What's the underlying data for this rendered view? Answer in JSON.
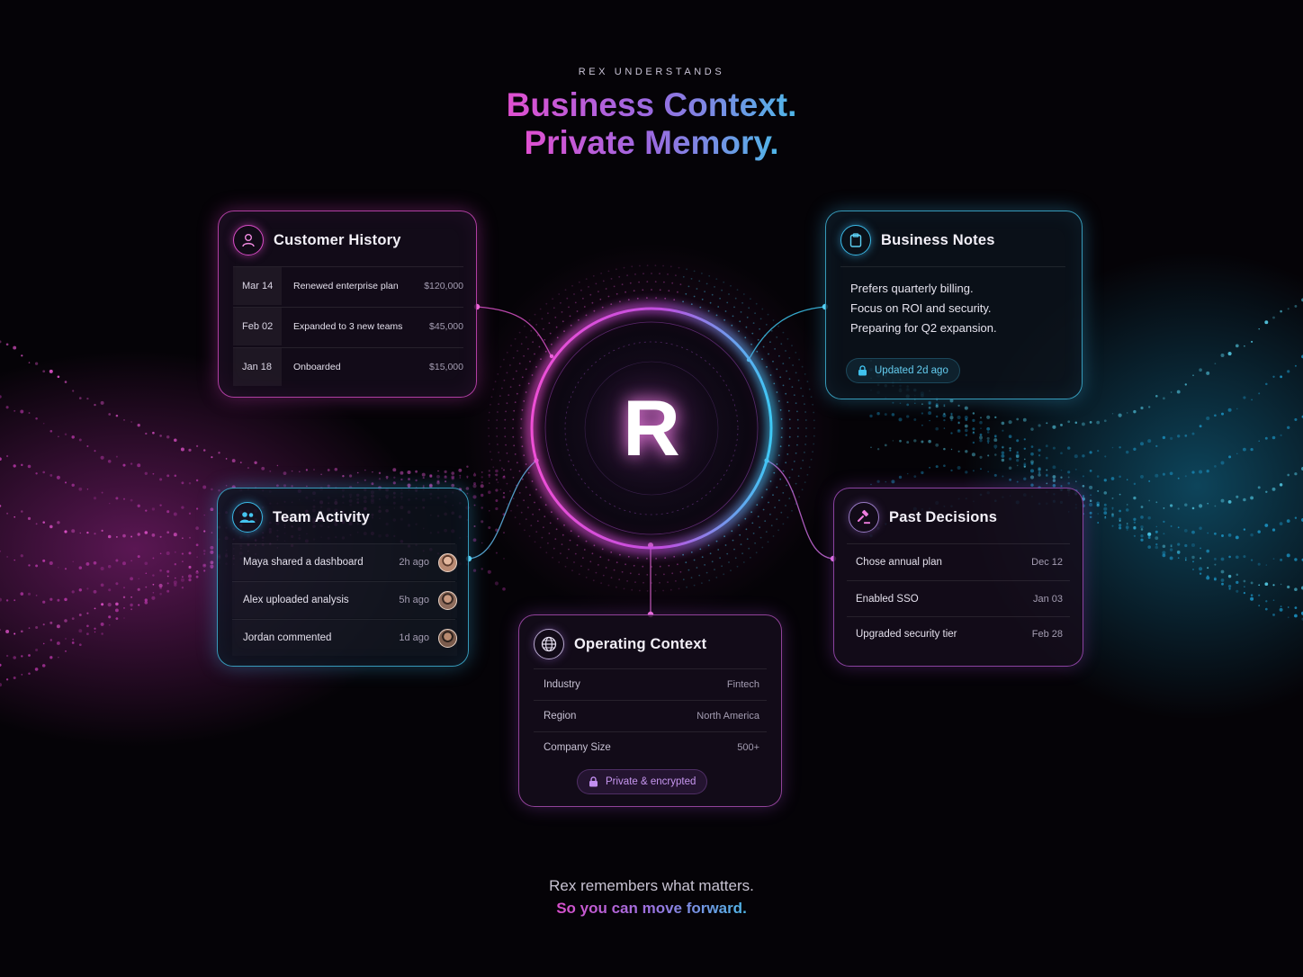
{
  "header": {
    "kicker": "REX UNDERSTANDS",
    "headline_line1": "Business Context.",
    "headline_line2": "Private Memory."
  },
  "logo": {
    "letter": "R"
  },
  "customer_history": {
    "title": "Customer History",
    "icon": "user-icon",
    "rows": [
      {
        "date": "Mar 14",
        "event": "Renewed enterprise plan",
        "amount": "$120,000"
      },
      {
        "date": "Feb 02",
        "event": "Expanded to 3 new teams",
        "amount": "$45,000"
      },
      {
        "date": "Jan 18",
        "event": "Onboarded",
        "amount": "$15,000"
      }
    ]
  },
  "business_notes": {
    "title": "Business Notes",
    "icon": "clipboard-icon",
    "lines": [
      "Prefers quarterly billing.",
      "Focus on ROI and security.",
      "Preparing for Q2 expansion."
    ],
    "updated": "Updated 2d ago"
  },
  "team_activity": {
    "title": "Team Activity",
    "icon": "users-icon",
    "rows": [
      {
        "text": "Maya shared a dashboard",
        "time": "2h ago"
      },
      {
        "text": "Alex uploaded analysis",
        "time": "5h ago"
      },
      {
        "text": "Jordan commented",
        "time": "1d ago"
      }
    ]
  },
  "past_decisions": {
    "title": "Past Decisions",
    "icon": "gavel-icon",
    "rows": [
      {
        "text": "Chose annual plan",
        "date": "Dec 12"
      },
      {
        "text": "Enabled SSO",
        "date": "Jan 03"
      },
      {
        "text": "Upgraded security tier",
        "date": "Feb 28"
      }
    ]
  },
  "operating_context": {
    "title": "Operating Context",
    "icon": "globe-icon",
    "rows": [
      {
        "label": "Industry",
        "value": "Fintech"
      },
      {
        "label": "Region",
        "value": "North America"
      },
      {
        "label": "Company Size",
        "value": "500+"
      }
    ],
    "badge": "Private & encrypted"
  },
  "footer": {
    "line1": "Rex remembers what matters.",
    "line2": "So you can move forward."
  },
  "colors": {
    "pink": "#e04fd0",
    "violet": "#9a6ae0",
    "cyan": "#4fb7e8",
    "background": "#050307"
  }
}
